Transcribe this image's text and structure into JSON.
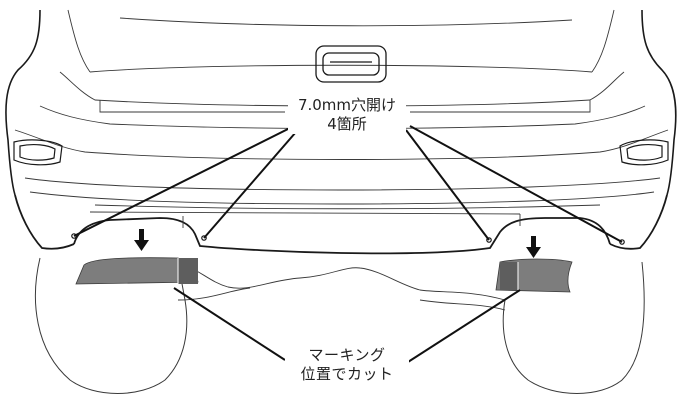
{
  "annotations": {
    "drill": {
      "line1": "7.0mm穴開け",
      "line2": "4箇所"
    },
    "cut": {
      "line1": "マーキング",
      "line2": "位置でカット"
    }
  },
  "colors": {
    "outline": "#1a1a1a",
    "thin_line": "#3a3a3a",
    "cut_fill": "#7d7d7d",
    "cut_fill_dark": "#5e5e5e"
  },
  "icons": [
    "arrow-down-icon",
    "drill-hole-marker"
  ]
}
